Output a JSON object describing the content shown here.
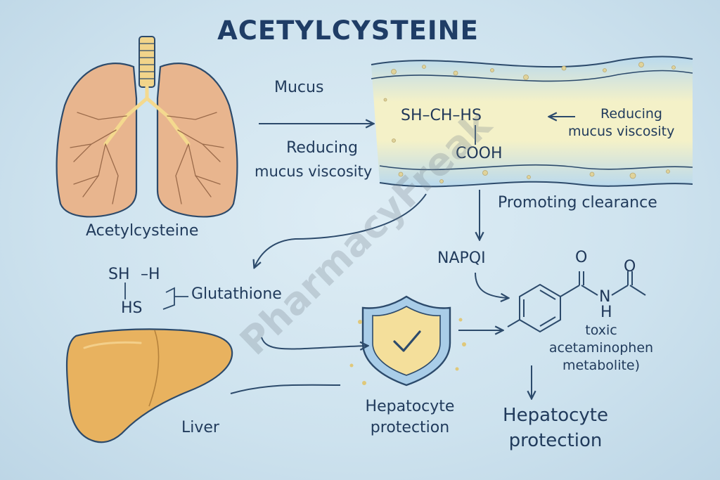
{
  "title": "ACETYLCYSTEINE",
  "labels": {
    "mucus": "Mucus",
    "reducing_left_1": "Reducing",
    "reducing_left_2": "mucus viscosity",
    "reducing_right_1": "Reducing",
    "reducing_right_2": "mucus viscosity",
    "promoting_clearance": "Promoting clearance",
    "acetylcysteine": "Acetylcysteine",
    "napqi": "NAPQI",
    "glutathione": "Glutathione",
    "liver": "Liver",
    "hepatocyte_protection_small_1": "Hepatocyte",
    "hepatocyte_protection_small_2": "protection",
    "hepatocyte_protection_big_1": "Hepatocyte",
    "hepatocyte_protection_big_2": "protection",
    "toxic_1": "toxic",
    "toxic_2": "acetaminophen",
    "toxic_3": "metabolite)"
  },
  "chem": {
    "mucus_row": "SH–CH–HS",
    "mucus_cooh": "COOH",
    "mucus_bar": "|",
    "gsh_sh": "SH",
    "gsh_dash_h": "–H",
    "gsh_hs": "HS",
    "napqi_o1": "O",
    "napqi_o2": "O",
    "napqi_n": "N",
    "napqi_h": "H"
  },
  "watermark": "PharmacyFreak",
  "colors": {
    "background": "#cfe3ef",
    "title": "#1f3d66",
    "text": "#213b5c",
    "lung": "#e8b58e",
    "liver": "#e8b25f",
    "shield": "#a9cde8",
    "mucus_band": "#f6f2c6"
  },
  "icons": [
    "lungs-icon",
    "liver-icon",
    "shield-check-icon",
    "benzene-ring-icon"
  ]
}
